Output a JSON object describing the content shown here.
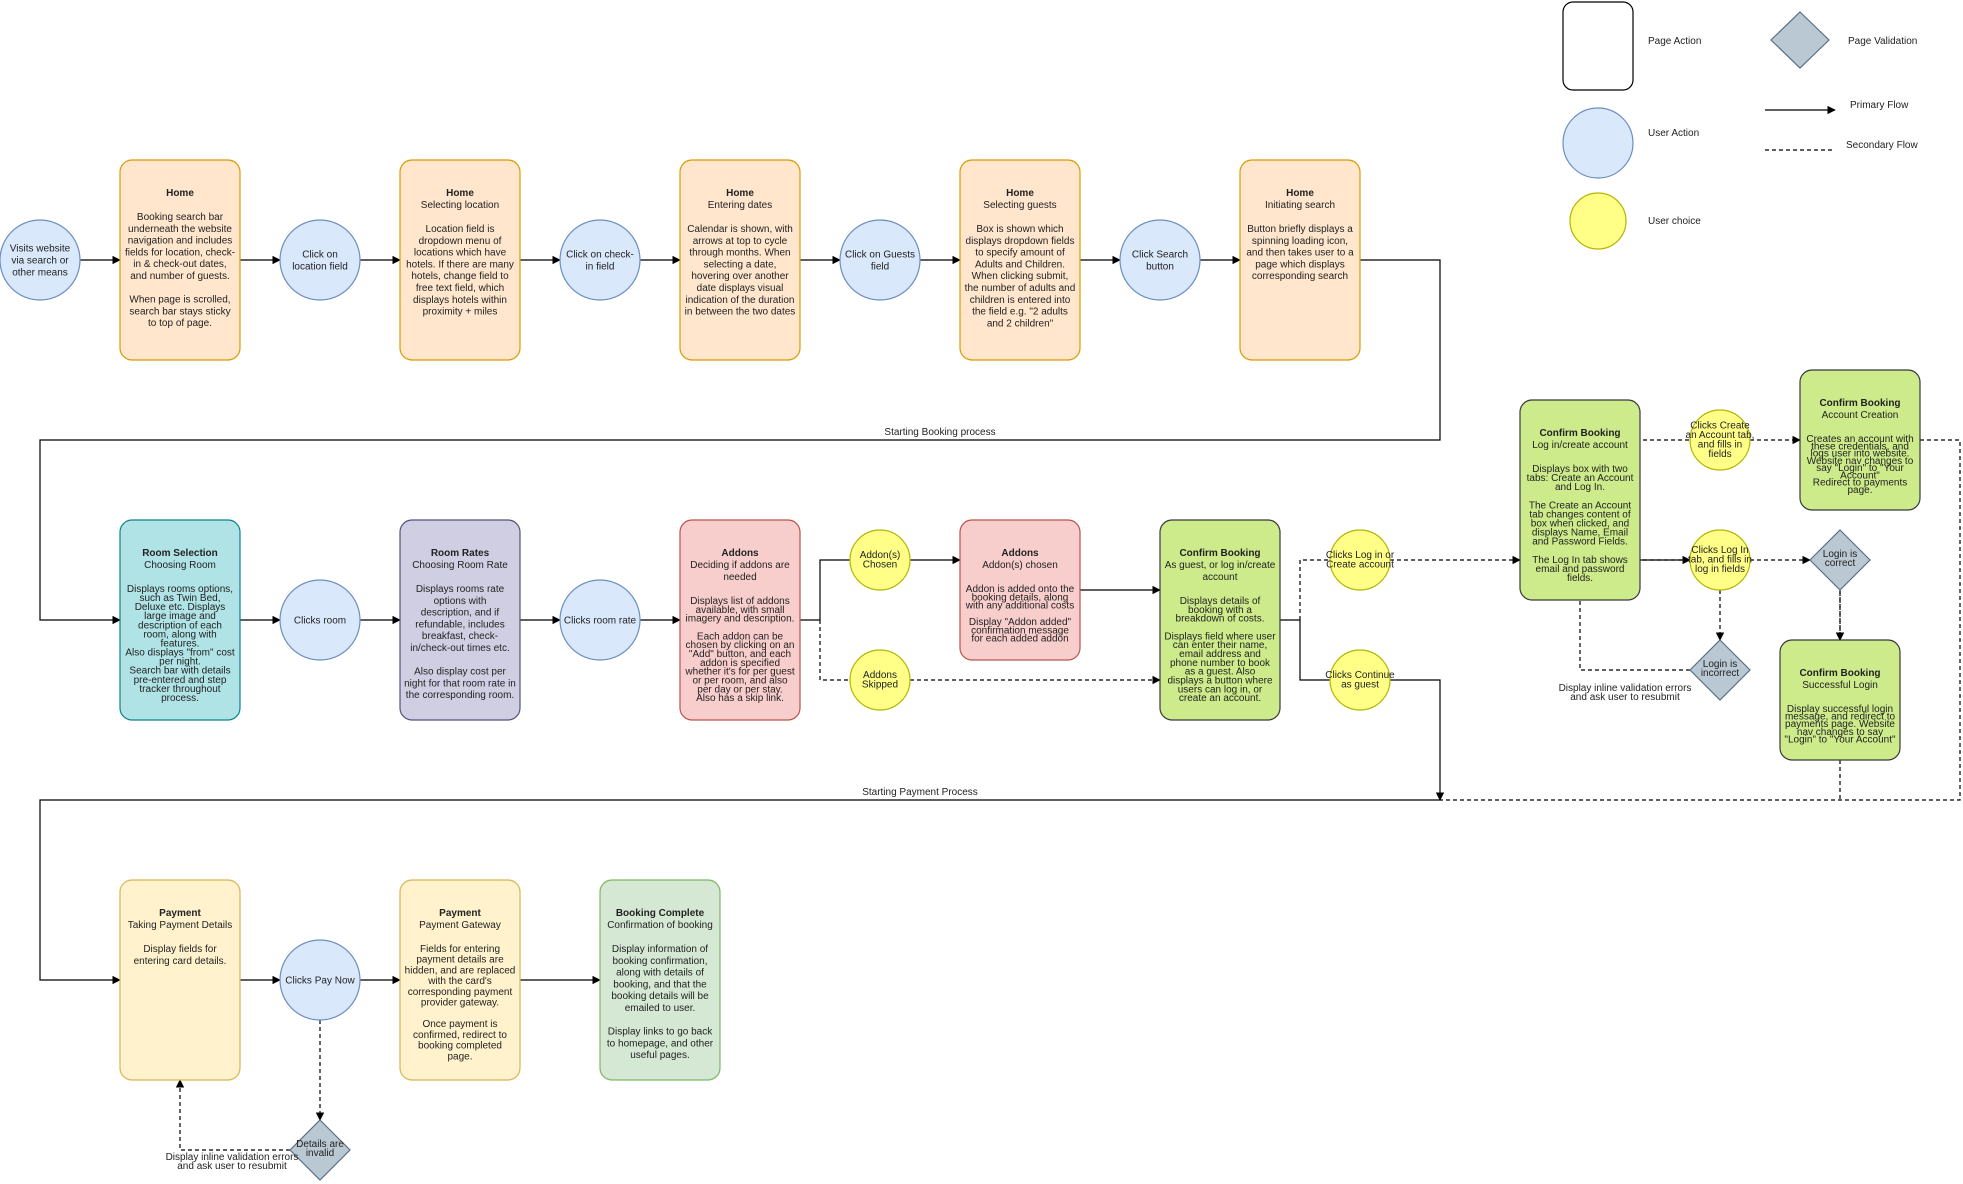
{
  "legend": {
    "page_action": "Page Action",
    "page_validation": "Page Validation",
    "primary_flow": "Primary Flow",
    "secondary_flow": "Secondary Flow",
    "user_action": "User Action",
    "user_choice": "User choice"
  },
  "section_labels": {
    "booking": "Starting Booking process",
    "payment": "Starting Payment Process"
  },
  "nodes": {
    "visits": {
      "text": "Visits website\nvia search or\nother means"
    },
    "home_search": {
      "title": "Home",
      "subtitle": "",
      "text": "Booking search bar\nunderneath the website\nnavigation and includes\nfields for location, check-\nin & check-out dates,\nand number of guests.\n\nWhen page is scrolled,\nsearch bar stays sticky\nto top of page."
    },
    "click_location": {
      "text": "Click on\nlocation field"
    },
    "home_location": {
      "title": "Home",
      "subtitle": "Selecting location",
      "text": "Location field is\ndropdown menu of\nlocations which have\nhotels. If there are many\nhotels, change field to\nfree text field, which\ndisplays hotels within\nproximity + miles"
    },
    "click_checkin": {
      "text": "Click on check-\nin field"
    },
    "home_dates": {
      "title": "Home",
      "subtitle": "Entering dates",
      "text": "Calendar is shown, with\narrows at top to cycle\nthrough months. When\nselecting a date,\nhovering over another\ndate displays visual\nindication of the duration\nin between the two dates"
    },
    "click_guests": {
      "text": "Click on Guests\nfield"
    },
    "home_guests": {
      "title": "Home",
      "subtitle": "Selecting guests",
      "text": "Box is shown which\ndisplays dropdown fields\nto specify amount of\nAdults and Children.\nWhen clicking submit,\nthe number of adults and\nchildren is entered into\nthe field e.g. \"2 adults\nand 2 children\""
    },
    "click_search": {
      "text": "Click Search\nbutton"
    },
    "home_initiating": {
      "title": "Home",
      "subtitle": "Initiating search",
      "text": "Button briefly displays a\nspinning loading icon,\nand then takes user to a\npage which displays\ncorresponding search"
    },
    "room_selection": {
      "title": "Room Selection",
      "subtitle": "Choosing Room",
      "text": "Displays rooms options,\nsuch as Twin Bed,\nDeluxe etc. Displays\nlarge image and\ndescription of each\nroom, along with\nfeatures.\nAlso displays \"from\" cost\nper night.\nSearch bar with details\npre-entered and step\ntracker throughout\nprocess."
    },
    "clicks_room": {
      "text": "Clicks room"
    },
    "room_rates": {
      "title": "Room Rates",
      "subtitle": "Choosing Room Rate",
      "text": "Displays rooms rate\noptions with\ndescription, and if\nrefundable, includes\nbreakfast, check-\nin/check-out times etc.\n\nAlso display cost per\nnight for that room rate in\nthe corresponding room."
    },
    "clicks_room_rate": {
      "text": "Clicks room rate"
    },
    "addons": {
      "title": "Addons",
      "subtitle": "Deciding if addons are\nneeded",
      "text": "Displays list of addons\navailable, with small\nimagery and description.\n\nEach addon can be\nchosen by clicking on an\n\"Add\" button, and each\naddon is specified\nwhether it's for per guest\nor per room, and also\nper day or per stay.\nAlso has a skip link."
    },
    "addons_chosen_choice": {
      "text": "Addon(s)\nChosen"
    },
    "addons_skipped_choice": {
      "text": "Addons\nSkipped"
    },
    "addons_chosen": {
      "title": "Addons",
      "subtitle": "Addon(s) chosen",
      "text": "Addon is added onto the\nbooking details, along\nwith any additional costs\n\nDisplay \"Addon added\"\nconfirmation message\nfor each added addon"
    },
    "confirm_guest": {
      "title": "Confirm Booking",
      "subtitle": "As guest, or log in/create\naccount",
      "text": "Displays details of\nbooking with a\nbreakdown of costs.\n\nDisplays field where user\ncan enter their name,\nemail address and\nphone number to book\nas a  guest. Also\ndisplays a button where\nusers can log in, or\ncreate an account."
    },
    "clicks_login_create": {
      "text": "Clicks Log in or\nCreate account"
    },
    "clicks_continue_guest": {
      "text": "Clicks Continue\nas guest"
    },
    "confirm_login_create": {
      "title": "Confirm Booking",
      "subtitle": "Log in/create account",
      "text": "Displays box with two\ntabs: Create an Account\nand Log In.\n\nThe Create an Account\ntab changes content of\nbox when clicked, and\ndisplays Name, Email\nand Password Fields.\n\nThe Log In tab shows\nemail and password\nfields."
    },
    "clicks_create_tab": {
      "text": "Clicks Create\nan Account tab,\nand fills in\nfields"
    },
    "clicks_login_tab": {
      "text": "Clicks Log In\ntab, and fills in\nlog in fields"
    },
    "login_incorrect": {
      "text": "Login is\nincorrect"
    },
    "login_correct": {
      "text": "Login is\ncorrect"
    },
    "login_error_note": {
      "text": "Display inline validation errors\nand ask user to resubmit"
    },
    "account_creation": {
      "title": "Confirm Booking",
      "subtitle": "Account Creation",
      "text": "Creates an account with\nthese credentials, and\nlogs user into website.\nWebsite nav changes to\nsay \"Login\" to \"Your\nAccount\"\nRedirect to payments\npage."
    },
    "successful_login": {
      "title": "Confirm Booking",
      "subtitle": "Successful Login",
      "text": "Display successful login\nmessage, and redirect to\npayments page. Website\nnav changes to say\n\"Login\" to \"Your Account\""
    },
    "payment": {
      "title": "Payment",
      "subtitle": "Taking Payment Details",
      "text": "Display fields for\nentering card details."
    },
    "clicks_pay_now": {
      "text": "Clicks Pay Now"
    },
    "details_invalid": {
      "text": "Details are\ninvalid"
    },
    "payment_error_note": {
      "text": "Display inline validation errors\nand ask user to resubmit"
    },
    "payment_gateway": {
      "title": "Payment",
      "subtitle": "Payment Gateway",
      "text": "Fields for entering\npayment details are\nhidden, and are replaced\nwith the card's\ncorresponding payment\nprovider gateway.\n\nOnce payment is\nconfirmed, redirect to\nbooking completed\npage."
    },
    "booking_complete": {
      "title": "Booking Complete",
      "subtitle": "Confirmation of booking",
      "text": "Display information of\nbooking confirmation,\nalong with details of\nbooking, and that the\nbooking details will be\nemailed to user.\n\nDisplay links to go back\nto homepage, and other\nuseful pages."
    }
  },
  "colors": {
    "user_action": "#dae8fc",
    "user_action_stroke": "#6c8ebf",
    "user_choice": "#ffff88",
    "user_choice_stroke": "#b5b500",
    "validation": "#bac8d3",
    "validation_stroke": "#5a6f80",
    "home": "#ffe6cc",
    "home_stroke": "#d79b00",
    "room_selection": "#b0e3e6",
    "room_selection_stroke": "#0e8088",
    "room_rates": "#d0cee2",
    "room_rates_stroke": "#56517e",
    "addons": "#f8cecc",
    "addons_stroke": "#b85450",
    "confirm": "#cdeb8b",
    "confirm_stroke": "#36393d",
    "payment": "#fff2cc",
    "payment_stroke": "#d6b656",
    "complete": "#d5e8d4",
    "complete_stroke": "#82b366"
  }
}
